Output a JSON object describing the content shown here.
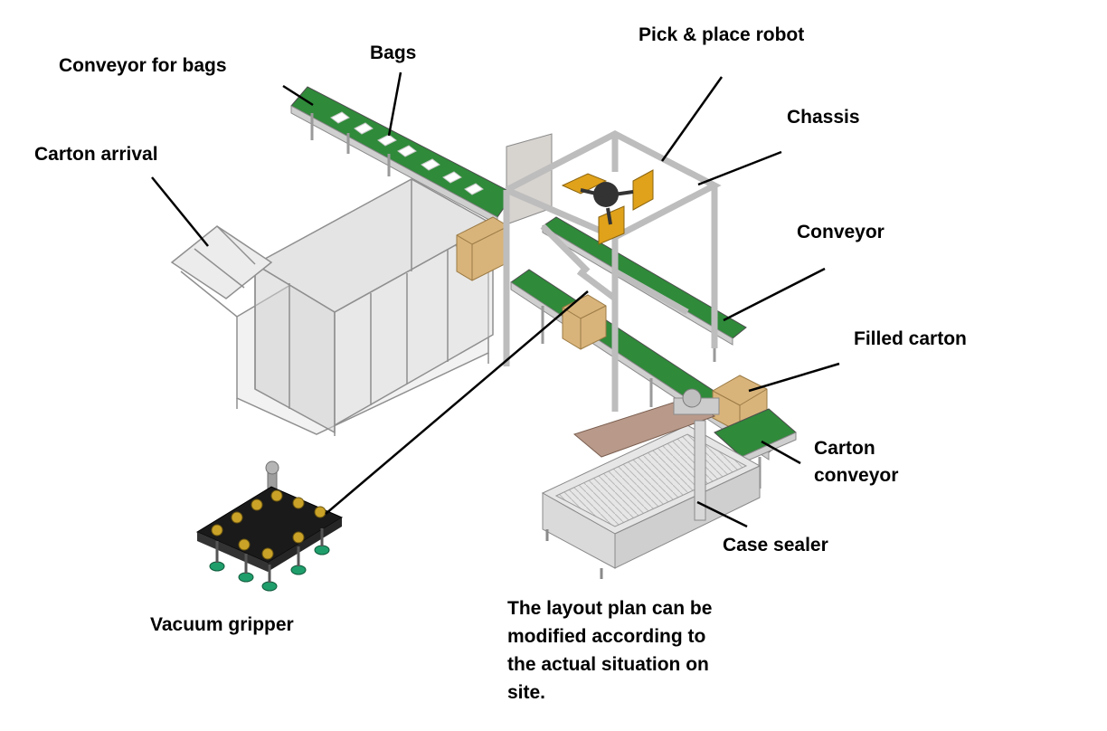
{
  "labels": {
    "conveyor_for_bags": "Conveyor for bags",
    "bags": "Bags",
    "pick_place_robot": "Pick & place robot",
    "chassis": "Chassis",
    "carton_arrival": "Carton arrival",
    "conveyor": "Conveyor",
    "filled_carton": "Filled carton",
    "carton_conveyor": "Carton\nconveyor",
    "case_sealer": "Case sealer",
    "vacuum_gripper": "Vacuum gripper"
  },
  "note": "The layout plan can be\nmodified according to\nthe actual situation on\nsite.",
  "colors": {
    "belt": "#2f8a3a",
    "carton": "#d9b47a",
    "robot": "#e0a21a",
    "suction_cup": "#1f9e6b",
    "line": "#000000"
  }
}
